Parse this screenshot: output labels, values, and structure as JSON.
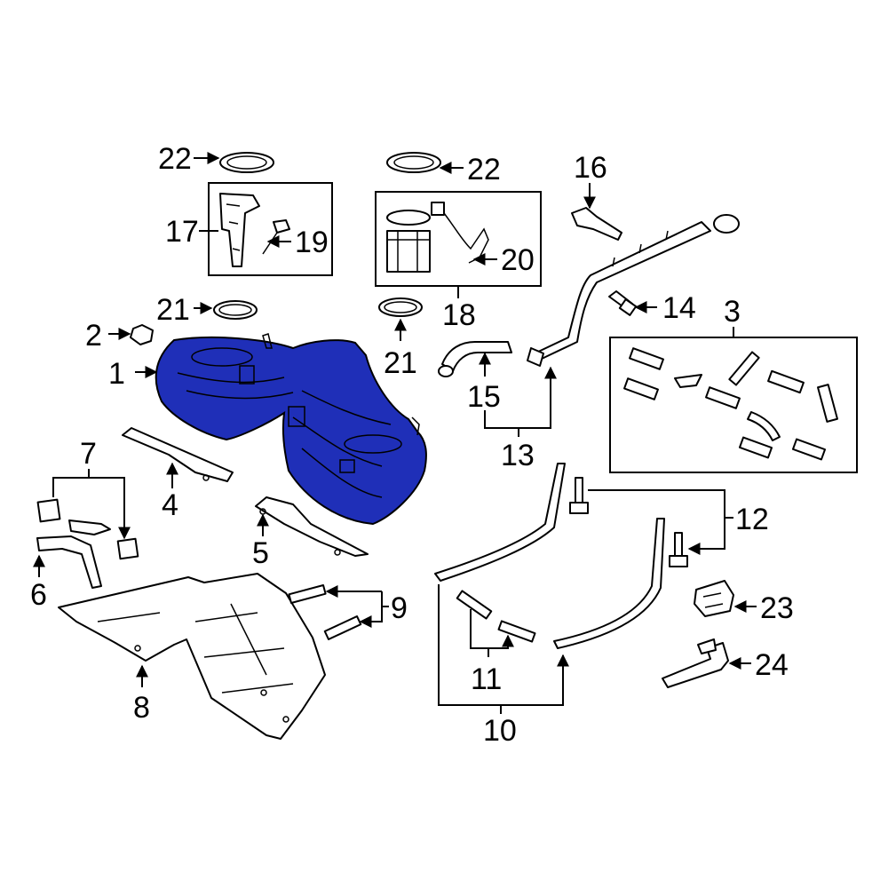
{
  "diagram": {
    "accent_color": "#1f2fb8",
    "callouts": {
      "c1": "1",
      "c2": "2",
      "c3": "3",
      "c4": "4",
      "c5": "5",
      "c6": "6",
      "c7": "7",
      "c8": "8",
      "c9": "9",
      "c10": "10",
      "c11": "11",
      "c12": "12",
      "c13": "13",
      "c14": "14",
      "c15": "15",
      "c16": "16",
      "c17": "17",
      "c18": "18",
      "c19": "19",
      "c20": "20",
      "c21a": "21",
      "c21b": "21",
      "c22a": "22",
      "c22b": "22",
      "c23": "23",
      "c24": "24"
    }
  }
}
